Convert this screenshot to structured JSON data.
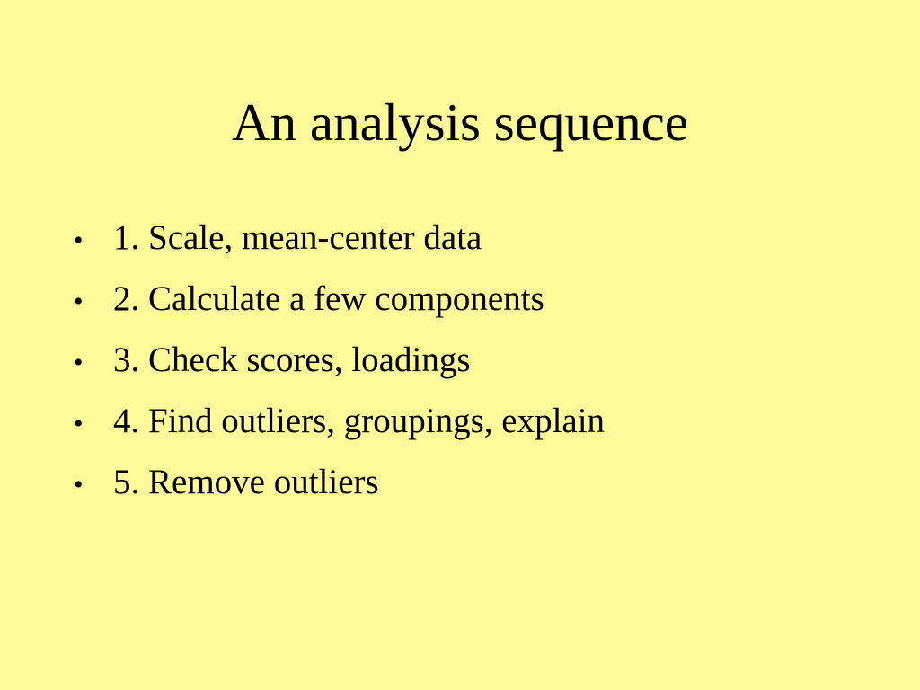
{
  "slide": {
    "title": "An analysis sequence",
    "bullet_glyph": "•",
    "items": [
      {
        "text": "1. Scale, mean-center data"
      },
      {
        "text": "2. Calculate a few components"
      },
      {
        "text": "3. Check scores, loadings"
      },
      {
        "text": "4. Find outliers, groupings, explain"
      },
      {
        "text": "5. Remove outliers"
      }
    ],
    "colors": {
      "background": "#FFFA99",
      "text": "#000000"
    }
  }
}
